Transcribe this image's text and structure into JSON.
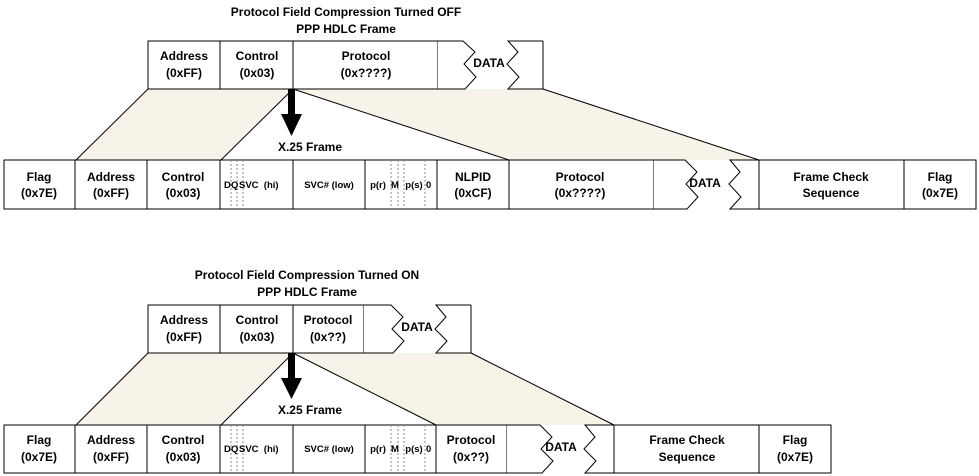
{
  "off": {
    "title": "Protocol Field Compression Turned OFF",
    "subtitle": "PPP HDLC Frame",
    "ppp": {
      "address": {
        "l1": "Address",
        "l2": "(0xFF)"
      },
      "control": {
        "l1": "Control",
        "l2": "(0x03)"
      },
      "protocol": {
        "l1": "Protocol",
        "l2": "(0x????)"
      },
      "data": "DATA"
    },
    "x25_label": "X.25 Frame",
    "x25": {
      "flag_start": {
        "l1": "Flag",
        "l2": "(0x7E)"
      },
      "address": {
        "l1": "Address",
        "l2": "(0xFF)"
      },
      "control": {
        "l1": "Control",
        "l2": "(0x03)"
      },
      "d": "D",
      "q": "Q",
      "svc_hi": "SVC  (hi)",
      "svc_low": "SVC# (low)",
      "pr": "p(r)",
      "m": "M",
      "ps": "p(s)",
      "zero": "0",
      "nlpid": {
        "l1": "NLPID",
        "l2": "(0xCF)"
      },
      "protocol": {
        "l1": "Protocol",
        "l2": "(0x????)"
      },
      "data": "DATA",
      "fcs": {
        "l1": "Frame Check",
        "l2": "Sequence"
      },
      "flag_end": {
        "l1": "Flag",
        "l2": "(0x7E)"
      }
    }
  },
  "on": {
    "title": "Protocol Field Compression Turned ON",
    "subtitle": "PPP HDLC Frame",
    "ppp": {
      "address": {
        "l1": "Address",
        "l2": "(0xFF)"
      },
      "control": {
        "l1": "Control",
        "l2": "(0x03)"
      },
      "protocol": {
        "l1": "Protocol",
        "l2": "(0x??)"
      },
      "data": "DATA"
    },
    "x25_label": "X.25 Frame",
    "x25": {
      "flag_start": {
        "l1": "Flag",
        "l2": "(0x7E)"
      },
      "address": {
        "l1": "Address",
        "l2": "(0xFF)"
      },
      "control": {
        "l1": "Control",
        "l2": "(0x03)"
      },
      "d": "D",
      "q": "Q",
      "svc_hi": "SVC  (hi)",
      "svc_low": "SVC# (low)",
      "pr": "p(r)",
      "m": "M",
      "ps": "p(s)",
      "zero": "0",
      "protocol": {
        "l1": "Protocol",
        "l2": "(0x??)"
      },
      "data": "DATA",
      "fcs": {
        "l1": "Frame Check",
        "l2": "Sequence"
      },
      "flag_end": {
        "l1": "Flag",
        "l2": "(0x7E)"
      }
    }
  },
  "colors": {
    "trapezoid_fill": "#f8f3e8",
    "line": "#000000"
  }
}
